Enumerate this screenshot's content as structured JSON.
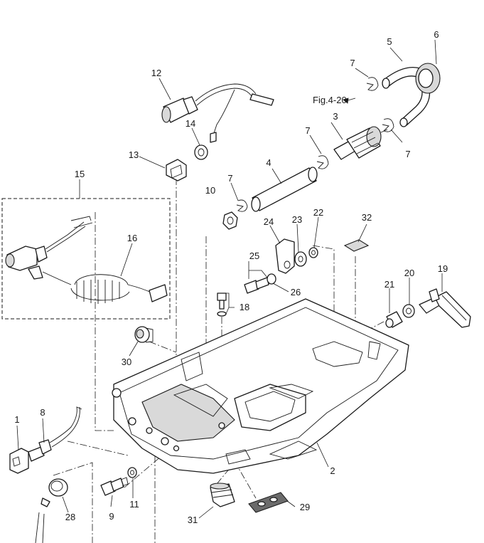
{
  "callouts": [
    {
      "id": "c1",
      "text": "1"
    },
    {
      "id": "c2",
      "text": "2"
    },
    {
      "id": "c3",
      "text": "3"
    },
    {
      "id": "c4",
      "text": "4"
    },
    {
      "id": "c5",
      "text": "5"
    },
    {
      "id": "c6",
      "text": "6"
    },
    {
      "id": "c7a",
      "text": "7"
    },
    {
      "id": "c7b",
      "text": "7"
    },
    {
      "id": "c7c",
      "text": "7"
    },
    {
      "id": "c7d",
      "text": "7"
    },
    {
      "id": "c8",
      "text": "8"
    },
    {
      "id": "c9",
      "text": "9"
    },
    {
      "id": "c10",
      "text": "10"
    },
    {
      "id": "c11",
      "text": "11"
    },
    {
      "id": "c12",
      "text": "12"
    },
    {
      "id": "c13",
      "text": "13"
    },
    {
      "id": "c14",
      "text": "14"
    },
    {
      "id": "c15",
      "text": "15"
    },
    {
      "id": "c16",
      "text": "16"
    },
    {
      "id": "c18",
      "text": "18"
    },
    {
      "id": "c19",
      "text": "19"
    },
    {
      "id": "c20",
      "text": "20"
    },
    {
      "id": "c21",
      "text": "21"
    },
    {
      "id": "c22",
      "text": "22"
    },
    {
      "id": "c23",
      "text": "23"
    },
    {
      "id": "c24",
      "text": "24"
    },
    {
      "id": "c25",
      "text": "25"
    },
    {
      "id": "c26",
      "text": "26"
    },
    {
      "id": "c28",
      "text": "28"
    },
    {
      "id": "c29",
      "text": "29"
    },
    {
      "id": "c30",
      "text": "30"
    },
    {
      "id": "c31",
      "text": "31"
    },
    {
      "id": "c32",
      "text": "32"
    }
  ],
  "reference": {
    "text": "Fig.4-20"
  }
}
